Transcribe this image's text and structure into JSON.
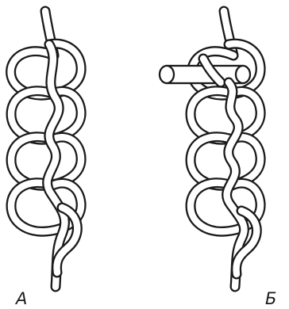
{
  "figures": [
    {
      "id": "a",
      "label": "А"
    },
    {
      "id": "b",
      "label": "Б"
    }
  ],
  "colors": {
    "rope": "#ffffff",
    "outline": "#1a1a1a",
    "background": "#ffffff"
  }
}
